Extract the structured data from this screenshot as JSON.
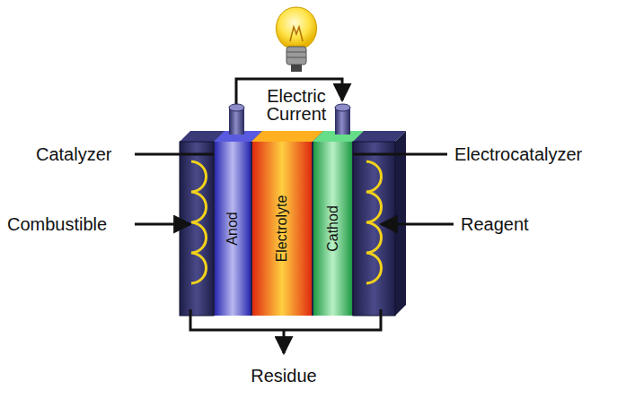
{
  "diagram": {
    "nodes": [
      {
        "text": [
          "Anod"
        ]
      },
      {
        "text": [
          "Electrolyte"
        ]
      },
      {
        "text": [
          "Cathod"
        ]
      }
    ],
    "labels": [
      "Electric Current",
      "Catalyzer",
      "Electrocatalyzer",
      "Combustible",
      "Reagent",
      "Residue"
    ]
  }
}
